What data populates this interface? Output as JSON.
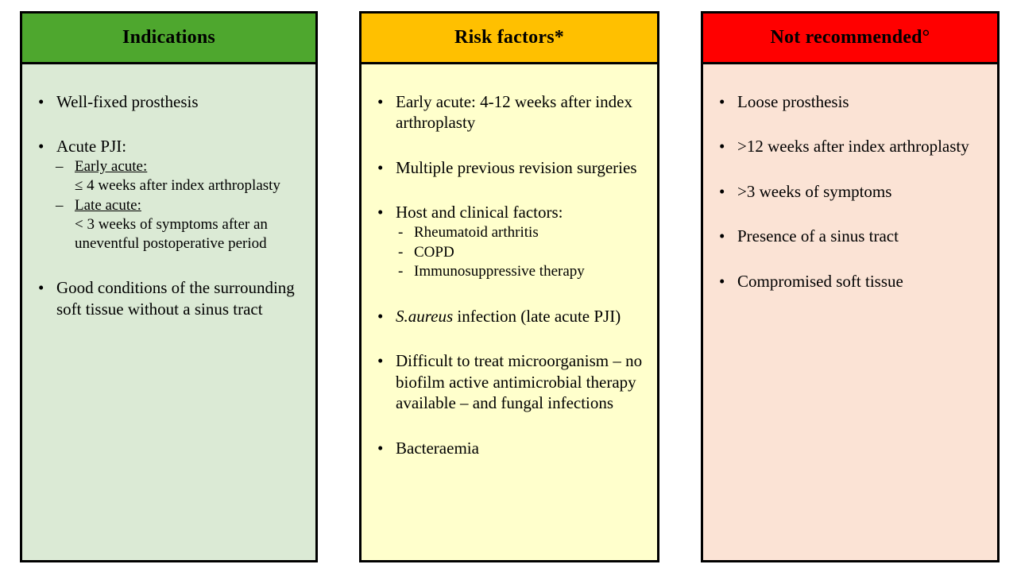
{
  "panels": [
    {
      "name": "indications",
      "header": {
        "label": "Indications",
        "bg": "#4EA72E",
        "text_color": "#000000"
      },
      "body": {
        "bg": "#DBEAD5",
        "items": [
          {
            "type": "bullet",
            "text": "Well-fixed prosthesis"
          },
          {
            "type": "spacer"
          },
          {
            "type": "bullet",
            "text": "Acute PJI:"
          },
          {
            "type": "dash",
            "text": "Early acute:"
          },
          {
            "type": "subline",
            "text": "≤ 4 weeks after index arthroplasty"
          },
          {
            "type": "dash",
            "text": "Late acute:"
          },
          {
            "type": "subline",
            "text": "< 3 weeks of symptoms after an uneventful postoperative period"
          },
          {
            "type": "spacer"
          },
          {
            "type": "bullet",
            "text": "Good conditions of the surrounding soft tissue without a sinus tract"
          }
        ]
      }
    },
    {
      "name": "risk-factors",
      "header": {
        "label": "Risk factors*",
        "bg": "#FFC000",
        "text_color": "#000000"
      },
      "body": {
        "bg": "#FFFFCC",
        "items": [
          {
            "type": "bullet",
            "text": "Early acute: 4-12 weeks after index arthroplasty"
          },
          {
            "type": "spacer"
          },
          {
            "type": "bullet",
            "text": "Multiple previous revision surgeries"
          },
          {
            "type": "spacer"
          },
          {
            "type": "bullet",
            "text": "Host and clinical factors:"
          },
          {
            "type": "dashsub",
            "text": "Rheumatoid arthritis"
          },
          {
            "type": "dashsub",
            "text": "COPD"
          },
          {
            "type": "dashsub",
            "text": "Immunosuppressive therapy"
          },
          {
            "type": "spacer"
          },
          {
            "type": "bullet",
            "parts": [
              {
                "t": "S.aureus",
                "i": true
              },
              {
                "t": " infection (late acute PJI)"
              }
            ]
          },
          {
            "type": "spacer"
          },
          {
            "type": "bullet",
            "text": "Difficult to treat microorganism – no biofilm active antimicrobial therapy available – and fungal infections"
          },
          {
            "type": "spacer"
          },
          {
            "type": "bullet",
            "text": "Bacteraemia"
          }
        ]
      }
    },
    {
      "name": "not-recommended",
      "header": {
        "label": "Not recommended°",
        "bg": "#FF0000",
        "text_color": "#000000"
      },
      "body": {
        "bg": "#FBE3D5",
        "items": [
          {
            "type": "bullet",
            "text": "Loose prosthesis"
          },
          {
            "type": "spacer"
          },
          {
            "type": "bullet",
            "text": ">12 weeks after index arthroplasty",
            "extra_indent": true
          },
          {
            "type": "spacer"
          },
          {
            "type": "bullet",
            "text": ">3 weeks of symptoms"
          },
          {
            "type": "spacer"
          },
          {
            "type": "bullet",
            "text": "Presence of a sinus tract"
          },
          {
            "type": "spacer"
          },
          {
            "type": "bullet",
            "text": "Compromised soft tissue"
          }
        ]
      }
    }
  ]
}
